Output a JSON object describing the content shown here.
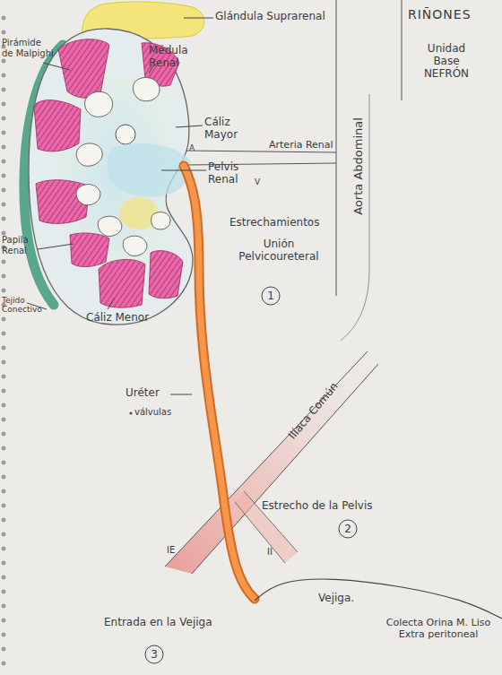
{
  "diagram": {
    "title": "RIÑONES",
    "nodes": [
      {
        "text": [
          "1"
        ]
      },
      {
        "text": [
          "2"
        ]
      },
      {
        "text": [
          "Vejiga.",
          "Colecta Orina M. Liso Extra peritoneal"
        ]
      },
      {
        "text": [
          "3"
        ]
      }
    ],
    "labels": [
      "Glándula Suprarenal",
      "Unidad Base NEFRÓN",
      "Pirámide de Malpighi",
      "Médula Renal",
      "Cáliz Mayor",
      "A",
      "Arteria Renal",
      "Pelvis Renal",
      "V",
      "Aorta Abdominal",
      "Estrechamientos",
      "Unión Pelvicoureteral",
      "Papila Renal",
      "Tejido Conectivo",
      "Cáliz Menor",
      "Uréter",
      "válvulas",
      "Ilíaca Común",
      "Estrecho de la Pelvis",
      "IE",
      "II",
      "Entrada en la Vejiga"
    ]
  }
}
